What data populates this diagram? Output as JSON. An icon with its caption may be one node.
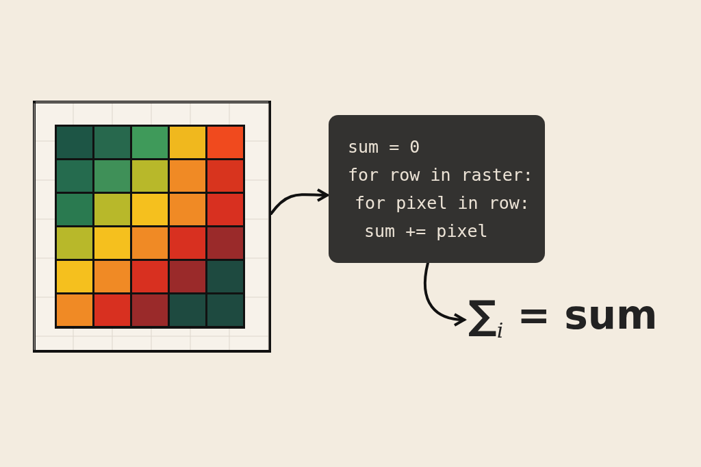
{
  "diagram": {
    "nodes": [
      {
        "text": [],
        "shape": "picture"
      },
      {
        "text": [
          "sum = 0",
          "for row in raster:",
          "for pixel in row:",
          "sum += pixel"
        ]
      },
      {
        "text": [
          "∑$_{i}$ = sum"
        ]
      }
    ],
    "edges": [
      {
        "from": 0,
        "to": 1,
        "arrow": "to"
      },
      {
        "from": 1,
        "to": 2,
        "arrow": "to"
      }
    ]
  }
}
